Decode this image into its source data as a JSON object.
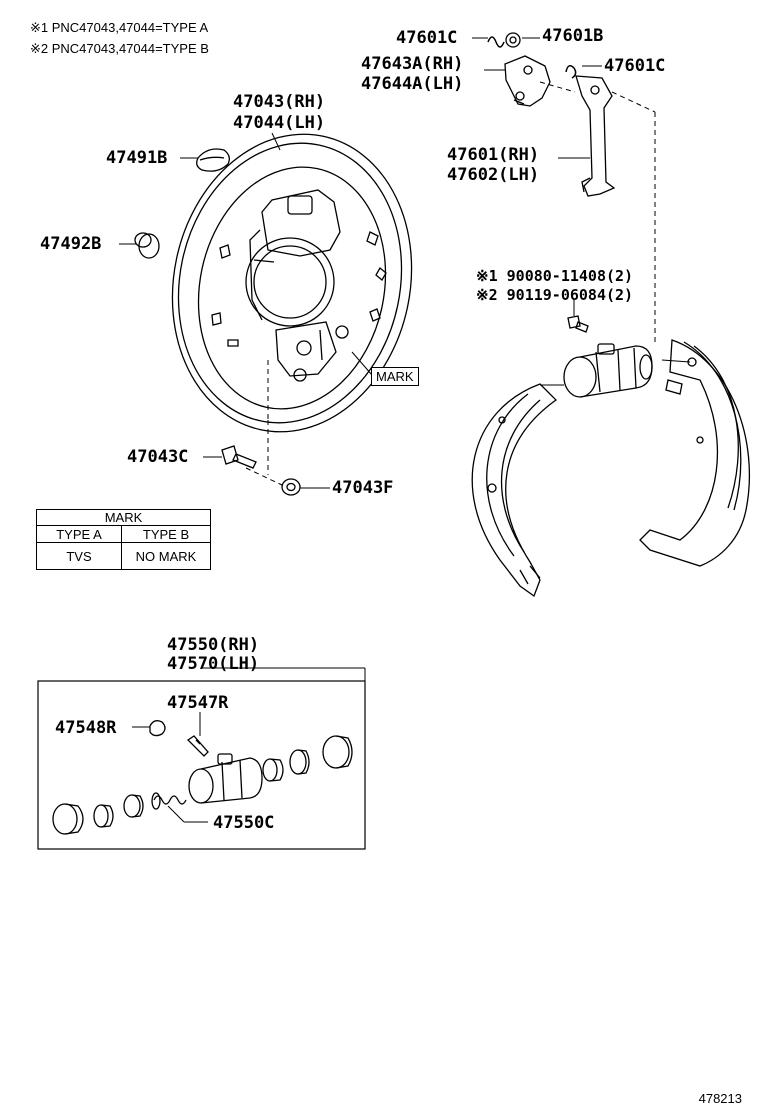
{
  "notes": {
    "note1": "※1 PNC47043,47044=TYPE A",
    "note2": "※2 PNC47043,47044=TYPE B"
  },
  "parts": {
    "p47043_rh": "47043(RH)",
    "p47044_lh": "47044(LH)",
    "p47491b": "47491B",
    "p47492b": "47492B",
    "p47043c": "47043C",
    "p47043f": "47043F",
    "p47601c_top": "47601C",
    "p47601b": "47601B",
    "p47643a": "47643A(RH)",
    "p47644a": "47644A(LH)",
    "p47601c_right": "47601C",
    "p47601": "47601(RH)",
    "p47602": "47602(LH)",
    "bolt1": "※1 90080-11408(2)",
    "bolt2": "※2 90119-06084(2)",
    "p47550": "47550(RH)",
    "p47570": "47570(LH)",
    "p47547r": "47547R",
    "p47548r": "47548R",
    "p47550c": "47550C"
  },
  "mark_label": "MARK",
  "mark_table": {
    "title": "MARK",
    "col_a": "TYPE A",
    "col_b": "TYPE B",
    "val_a": "TVS",
    "val_b": "NO MARK"
  },
  "illustration_id": "478213"
}
